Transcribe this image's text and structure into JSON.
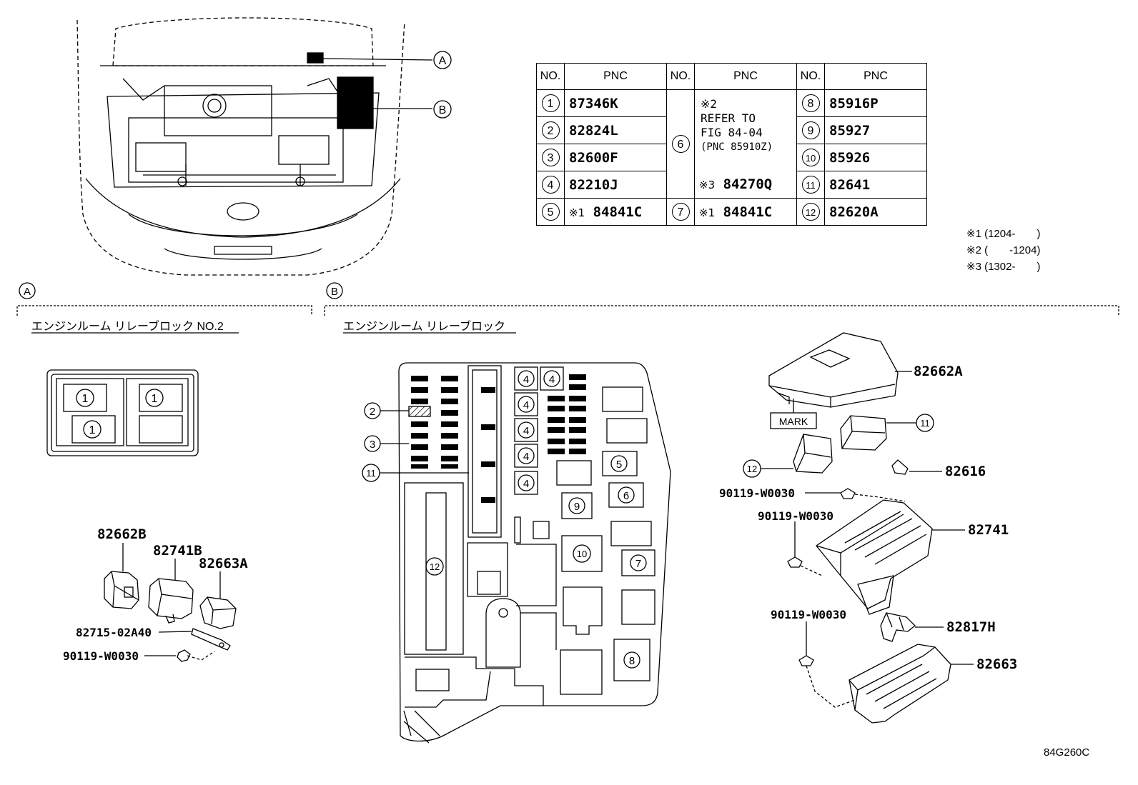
{
  "table": {
    "headers": [
      "NO.",
      "PNC",
      "NO.",
      "PNC",
      "NO.",
      "PNC"
    ],
    "col1": [
      {
        "no": "1",
        "mark": "",
        "pnc": "87346K"
      },
      {
        "no": "2",
        "mark": "",
        "pnc": "82824L"
      },
      {
        "no": "3",
        "mark": "",
        "pnc": "82600F"
      },
      {
        "no": "4",
        "mark": "",
        "pnc": "82210J"
      },
      {
        "no": "5",
        "mark": "※1",
        "pnc": "84841C"
      }
    ],
    "col2": {
      "no6": "6",
      "no6_line1": "※2",
      "no6_line2": "REFER TO",
      "no6_line3": "FIG 84-04",
      "no6_line4": "(PNC 85910Z)",
      "no6_mark2": "※3",
      "no6_pnc2": "84270Q",
      "no7": "7",
      "no7_mark": "※1",
      "no7_pnc": "84841C"
    },
    "col3": [
      {
        "no": "8",
        "pnc": "85916P"
      },
      {
        "no": "9",
        "pnc": "85927"
      },
      {
        "no": "10",
        "pnc": "85926"
      },
      {
        "no": "11",
        "pnc": "82641"
      },
      {
        "no": "12",
        "pnc": "82620A"
      }
    ]
  },
  "notes": [
    "※1 (1204-　　)",
    "※2 (　　-1204)",
    "※3 (1302-　　)"
  ],
  "overview": {
    "callout_a": "A",
    "callout_b": "B"
  },
  "section_a": {
    "letter": "A",
    "title": "エンジンルーム リレーブロック NO.2",
    "block_items": [
      "1",
      "1",
      "1"
    ]
  },
  "section_b": {
    "letter": "B",
    "title": "エンジンルーム リレーブロック"
  },
  "parts_a": {
    "p1": "82662B",
    "p2": "82741B",
    "p3": "82663A",
    "p4": "82715-02A40",
    "p5": "90119-W0030"
  },
  "block_b_labels": {
    "l2": "2",
    "l3": "3",
    "l11": "11",
    "l12": "12",
    "r4a": "4",
    "r4b": "4",
    "r4c": "4",
    "r4d": "4",
    "r4e": "4",
    "r4f": "4",
    "r5": "5",
    "r6": "6",
    "r7": "7",
    "r8": "8",
    "r9": "9",
    "r10": "10"
  },
  "parts_b": {
    "cover": "82662A",
    "mark": "MARK",
    "c11": "11",
    "c12": "12",
    "p82616": "82616",
    "bolt1": "90119-W0030",
    "bolt2": "90119-W0030",
    "bolt3": "90119-W0030",
    "p82741": "82741",
    "p82817h": "82817H",
    "p82663": "82663"
  },
  "figure_id": "84G260C"
}
